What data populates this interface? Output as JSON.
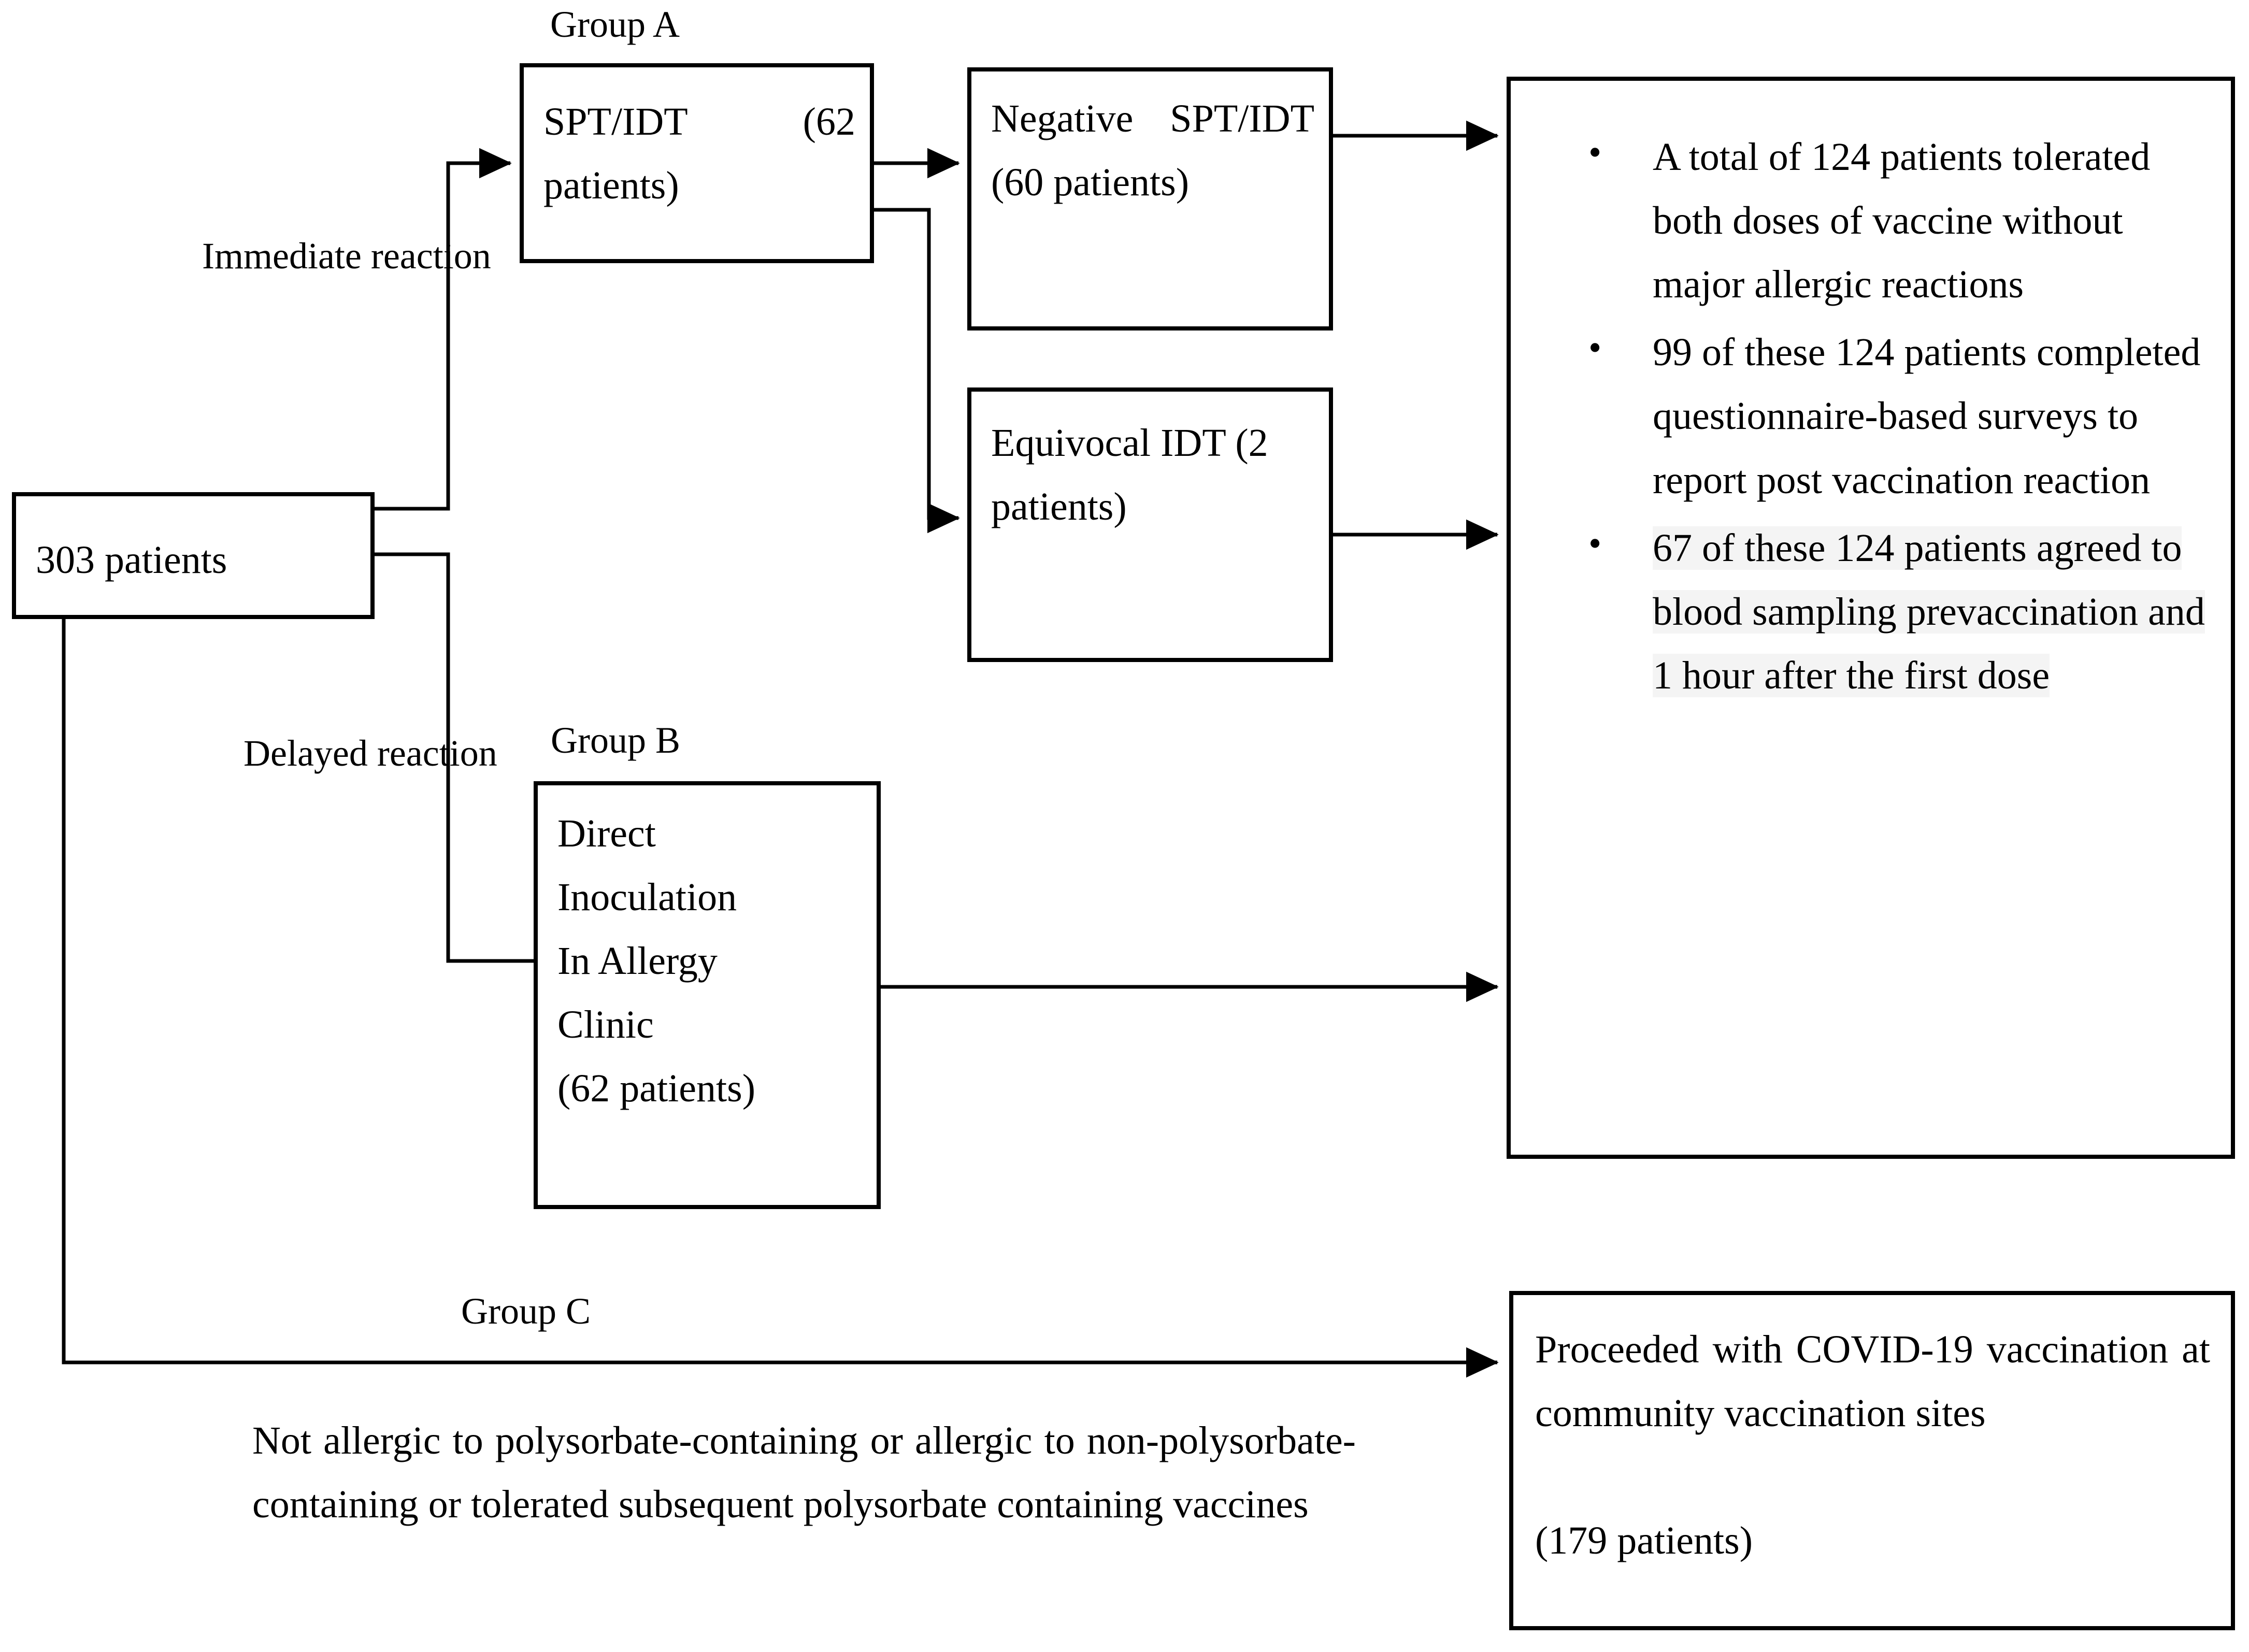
{
  "diagram": {
    "title": "COVID-19 vaccine allergy evaluation patient flow",
    "colors": {
      "stroke": "#000000",
      "background": "#ffffff",
      "highlight": "#f4f4f4"
    }
  },
  "nodes": {
    "root": {
      "label": "303 patients"
    },
    "group_a": {
      "group_label": "Group A",
      "label": "SPT/IDT    (62 patients)"
    },
    "negative": {
      "label": "Negative SPT/IDT    (60 patients)"
    },
    "equivocal": {
      "label": "Equivocal IDT (2 patients)"
    },
    "group_b": {
      "group_label": "Group B",
      "line1": "Direct",
      "line2": "Inoculation",
      "line3": "In      Allergy",
      "line4": "Clinic",
      "line5": "(62 patients)"
    },
    "group_c": {
      "group_label": "Group C",
      "criteria": "Not allergic to polysorbate-containing or allergic to non-polysorbate-containing or tolerated subsequent polysorbate containing vaccines"
    },
    "outcomes": {
      "bullets": [
        "A total of 124 patients tolerated both doses of vaccine without major allergic reactions",
        "99 of these 124 patients completed questionnaire-based surveys to report post vaccination reaction",
        "67 of these 124 patients agreed to blood sampling prevaccination and 1 hour after the first dose"
      ],
      "highlighted_bullet_index": 2
    },
    "community": {
      "label": "Proceeded with COVID-19 vaccination at community vaccination sites",
      "count": "(179 patients)"
    }
  },
  "edge_labels": {
    "immediate": "Immediate reaction",
    "delayed": "Delayed reaction"
  }
}
